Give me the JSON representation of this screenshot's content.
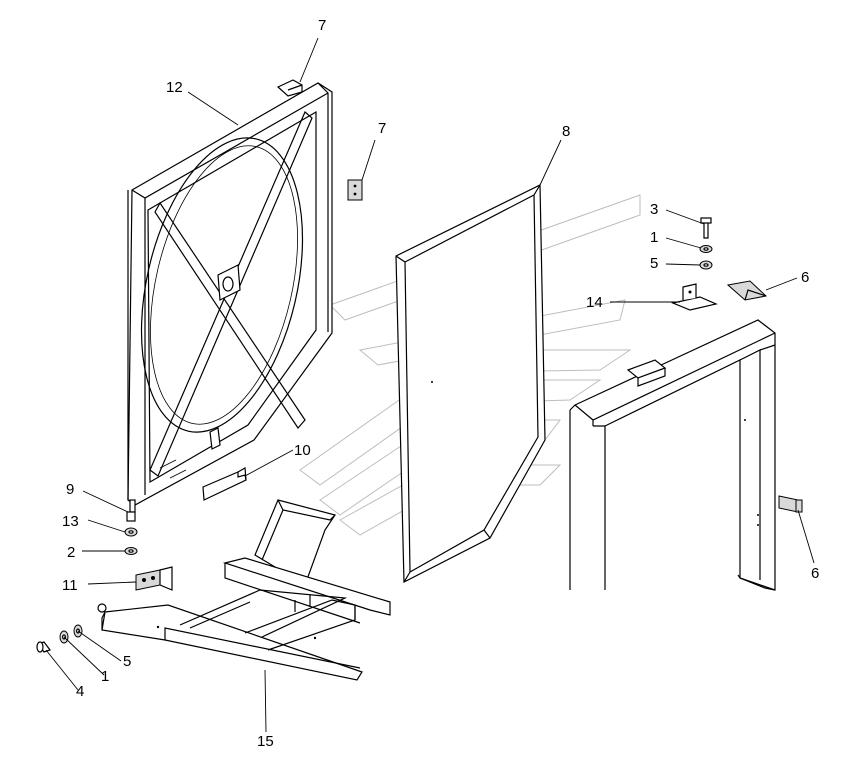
{
  "diagram": {
    "callouts": [
      {
        "id": "c7a",
        "text": "7"
      },
      {
        "id": "c12",
        "text": "12"
      },
      {
        "id": "c7b",
        "text": "7"
      },
      {
        "id": "c8",
        "text": "8"
      },
      {
        "id": "c3",
        "text": "3"
      },
      {
        "id": "c1a",
        "text": "1"
      },
      {
        "id": "c5a",
        "text": "5"
      },
      {
        "id": "c6a",
        "text": "6"
      },
      {
        "id": "c14",
        "text": "14"
      },
      {
        "id": "c10",
        "text": "10"
      },
      {
        "id": "c9",
        "text": "9"
      },
      {
        "id": "c13",
        "text": "13"
      },
      {
        "id": "c2",
        "text": "2"
      },
      {
        "id": "c11",
        "text": "11"
      },
      {
        "id": "c5b",
        "text": "5"
      },
      {
        "id": "c1b",
        "text": "1"
      },
      {
        "id": "c4",
        "text": "4"
      },
      {
        "id": "c15",
        "text": "15"
      },
      {
        "id": "c6b",
        "text": "6"
      }
    ]
  }
}
